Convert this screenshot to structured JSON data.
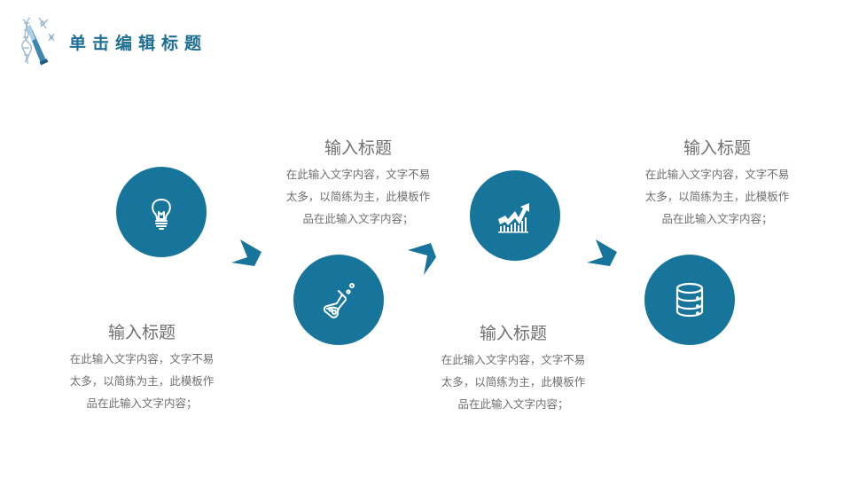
{
  "header": {
    "title": "单击编辑标题",
    "logo_icon": "dna-test-tube-icon"
  },
  "theme": {
    "accent": "#17759b",
    "title_color": "#1f6f95",
    "text_color": "#6f6f6f"
  },
  "steps": [
    {
      "icon": "lightbulb-icon",
      "title": "输入标题",
      "body_lines": [
        "在此输入文字内容，文字不易",
        "太多，以简练为主，此模板作",
        "品在此输入文字内容；"
      ]
    },
    {
      "icon": "flask-icon",
      "title": "输入标题",
      "body_lines": [
        "在此输入文字内容，文字不易",
        "太多，以简练为主，此模板作",
        "品在此输入文字内容；"
      ]
    },
    {
      "icon": "growth-chart-icon",
      "title": "输入标题",
      "body_lines": [
        "在此输入文字内容，文字不易",
        "太多，以简练为主，此模板作",
        "品在此输入文字内容；"
      ]
    },
    {
      "icon": "database-icon",
      "title": "输入标题",
      "body_lines": [
        "在此输入文字内容，文字不易",
        "太多，以简练为主，此模板作",
        "品在此输入文字内容；"
      ]
    }
  ],
  "connectors": [
    "chevron-arrow-icon",
    "chevron-arrow-icon",
    "chevron-arrow-icon"
  ]
}
